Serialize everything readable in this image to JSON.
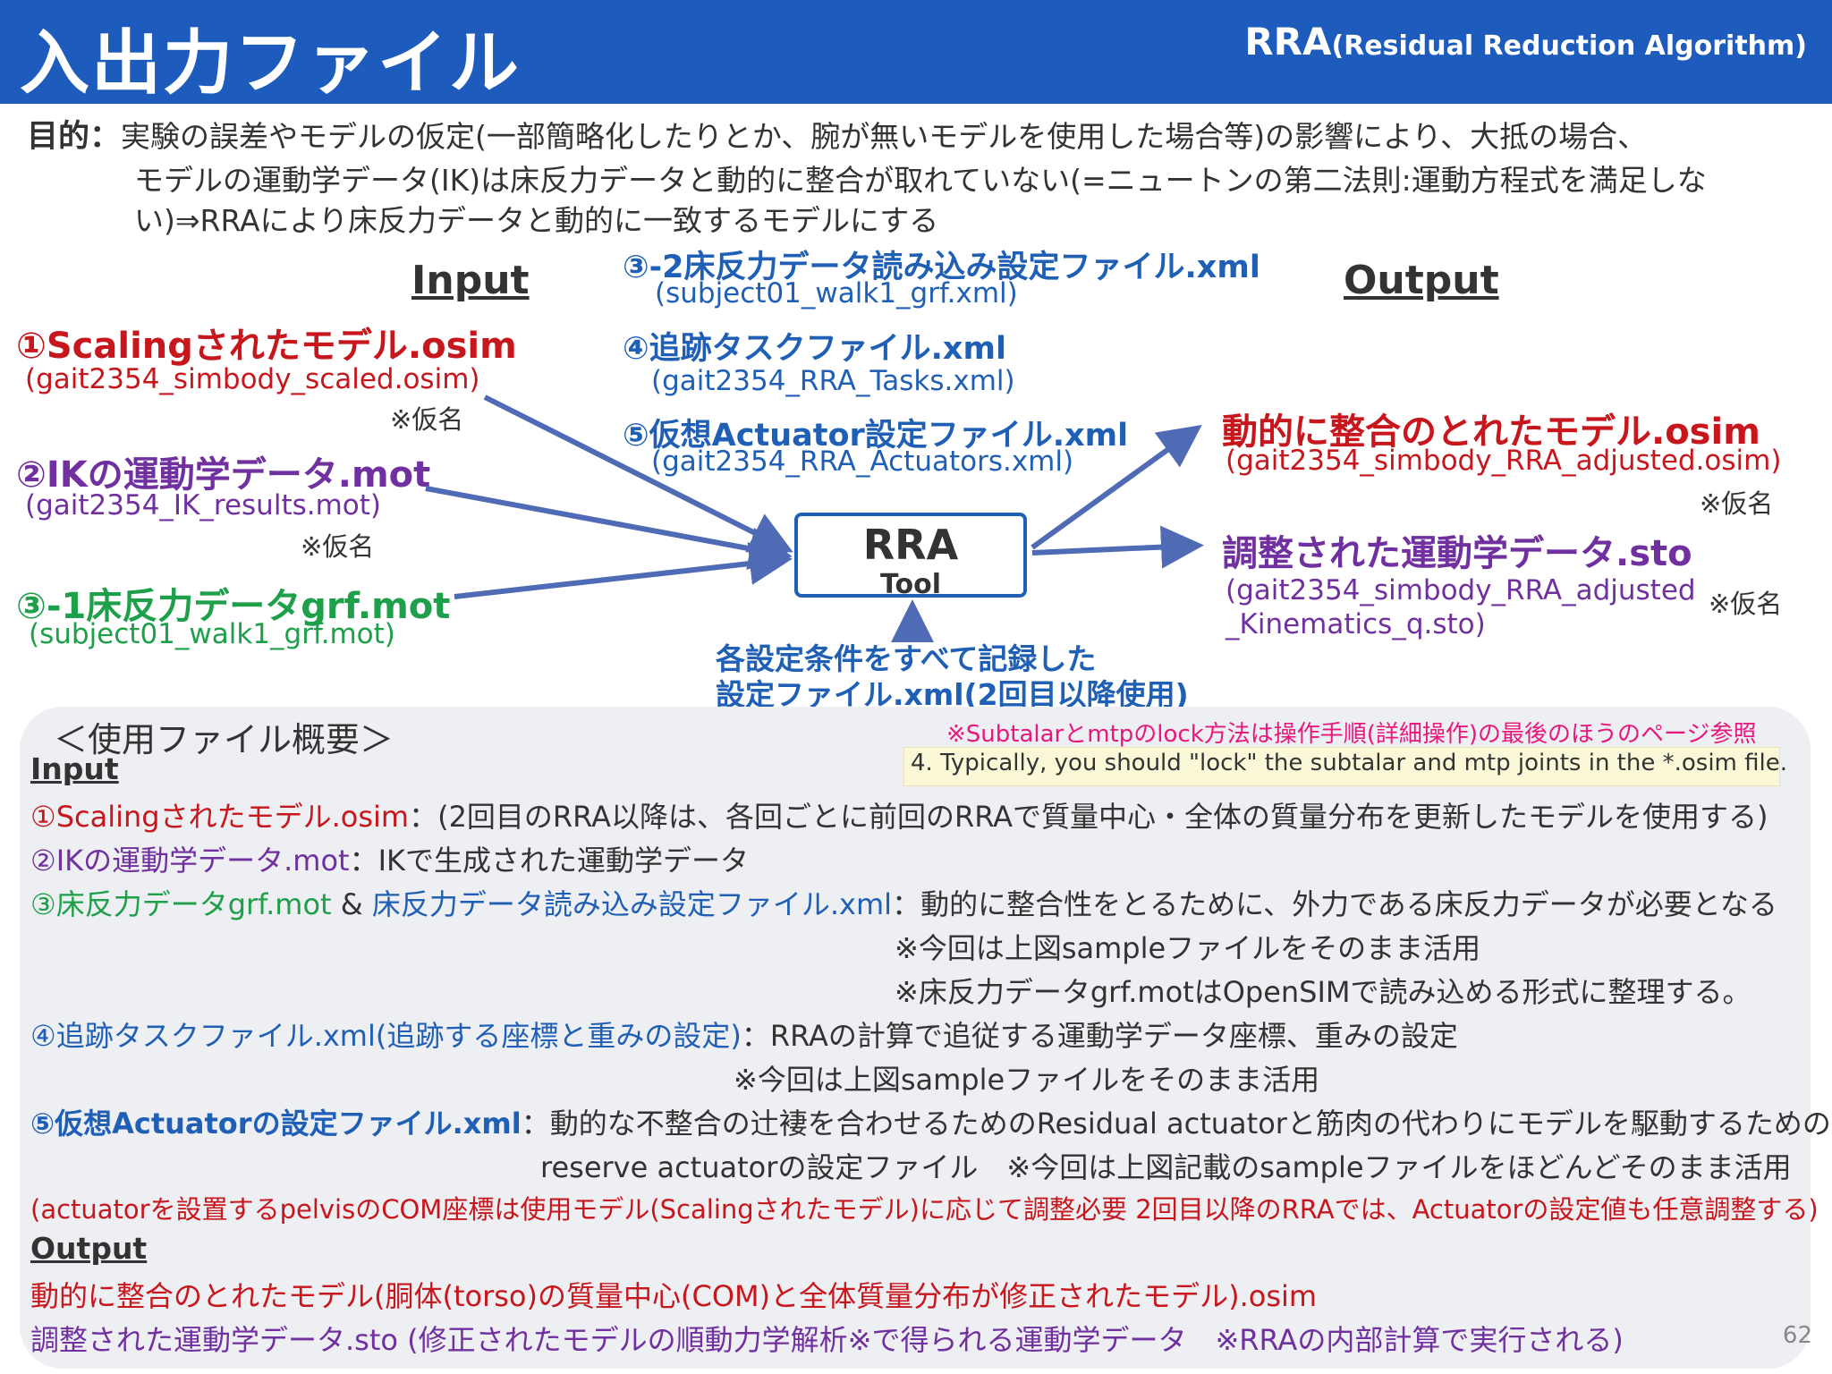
{
  "header": {
    "title": "入出力ファイル",
    "subtitle_main": "RRA",
    "subtitle_paren": "(Residual Reduction Algorithm)"
  },
  "purpose": {
    "label": "目的：",
    "line1": "実験の誤差やモデルの仮定(一部簡略化したりとか、腕が無いモデルを使用した場合等)の影響により、大抵の場合、",
    "line2": "モデルの運動学データ(IK)は床反力データと動的に整合が取れていない(=ニュートンの第二法則:運動方程式を満足しな",
    "line3": "い)⇒RRAにより床反力データと動的に一致するモデルにする"
  },
  "diagram": {
    "input_heading": "Input",
    "output_heading": "Output",
    "inputs": [
      {
        "title": "①Scalingされたモデル.osim",
        "file": "(gait2354_simbody_scaled.osim)",
        "note": "※仮名",
        "color": "#c8161d"
      },
      {
        "title": "②IKの運動学データ.mot",
        "file": "(gait2354_IK_results.mot)",
        "note": "※仮名",
        "color": "#7030a0"
      },
      {
        "title": "③-1床反力データgrf.mot",
        "file": "(subject01_walk1_grf.mot)",
        "color": "#1ea04a"
      }
    ],
    "center_inputs": [
      {
        "title": "③-2床反力データ読み込み設定ファイル.xml",
        "file": "(subject01_walk1_grf.xml)"
      },
      {
        "title": "④追跡タスクファイル.xml",
        "file": "(gait2354_RRA_Tasks.xml)"
      },
      {
        "title": "⑤仮想Actuator設定ファイル.xml",
        "file": "(gait2354_RRA_Actuators.xml)"
      }
    ],
    "tool": {
      "name": "RRA",
      "sub": "Tool"
    },
    "settings_note": {
      "line1": "各設定条件をすべて記録した",
      "line2": "設定ファイル.xml(2回目以降使用)"
    },
    "outputs": [
      {
        "title": "動的に整合のとれたモデル.osim",
        "file": "(gait2354_simbody_RRA_adjusted.osim)",
        "note": "※仮名",
        "color": "#c8161d"
      },
      {
        "title": "調整された運動学データ.sto",
        "file1": "(gait2354_simbody_RRA_adjusted",
        "file2": "_Kinematics_q.sto)",
        "note": "※仮名",
        "color": "#7030a0"
      }
    ]
  },
  "summary": {
    "heading": "＜使用ファイル概要＞",
    "lock_note": "※Subtalarとmtpのlock方法は操作手順(詳細操作)の最後のほうのページ参照",
    "highlight": "4. Typically, you should \"lock\" the subtalar and mtp joints in the *.osim file.",
    "input_label": "Input",
    "item1_name": "①Scalingされたモデル.osim",
    "item1_desc": "：(2回目のRRA以降は、各回ごとに前回のRRAで質量中心・全体の質量分布を更新したモデルを使用する)",
    "item2_name": "②IKの運動学データ.mot",
    "item2_desc": "：IKで生成された運動学データ",
    "item3_name_a": "③床反力データgrf.mot",
    "item3_amp": " & ",
    "item3_name_b": "床反力データ読み込み設定ファイル.xml",
    "item3_desc": "：動的に整合性をとるために、外力である床反力データが必要となる",
    "item3_note1": "※今回は上図sampleファイルをそのまま活用",
    "item3_note2": "※床反力データgrf.motはOpenSIMで読み込める形式に整理する。",
    "item4_name": "④追跡タスクファイル.xml(追跡する座標と重みの設定)",
    "item4_desc": "：RRAの計算で追従する運動学データ座標、重みの設定",
    "item4_note": "※今回は上図sampleファイルをそのまま活用",
    "item5_name": "⑤仮想Actuatorの設定ファイル.xml",
    "item5_desc": "：動的な不整合の辻褄を合わせるためのResidual actuatorと筋肉の代わりにモデルを駆動するための",
    "item5_desc2": "reserve actuatorの設定ファイル　※今回は上図記載のsampleファイルをほどんどそのまま活用",
    "item5_red": "(actuatorを設置するpelvisのCOM座標は使用モデル(Scalingされたモデル)に応じて調整必要 2回目以降のRRAでは、Actuatorの設定値も任意調整する)",
    "output_label": "Output",
    "out1": "動的に整合のとれたモデル(胴体(torso)の質量中心(COM)と全体質量分布が修正されたモデル).osim",
    "out2": "調整された運動学データ.sto (修正されたモデルの順動力学解析※で得られる運動学データ　※RRAの内部計算で実行される)"
  },
  "page_number": "62"
}
